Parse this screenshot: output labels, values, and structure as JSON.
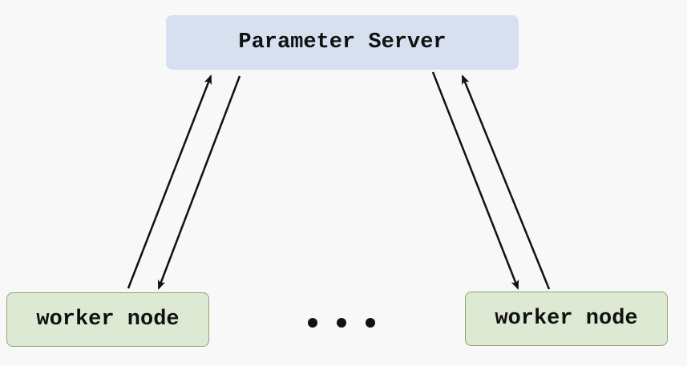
{
  "diagram": {
    "server_label": "Parameter Server",
    "worker_left_label": "worker node",
    "worker_right_label": "worker node",
    "ellipsis_label": "..."
  },
  "colors": {
    "background": "#f8f8f8",
    "server_fill": "#d6e0ef",
    "worker_fill": "#dde9d2",
    "worker_border": "#8aa878",
    "arrow": "#111111"
  }
}
